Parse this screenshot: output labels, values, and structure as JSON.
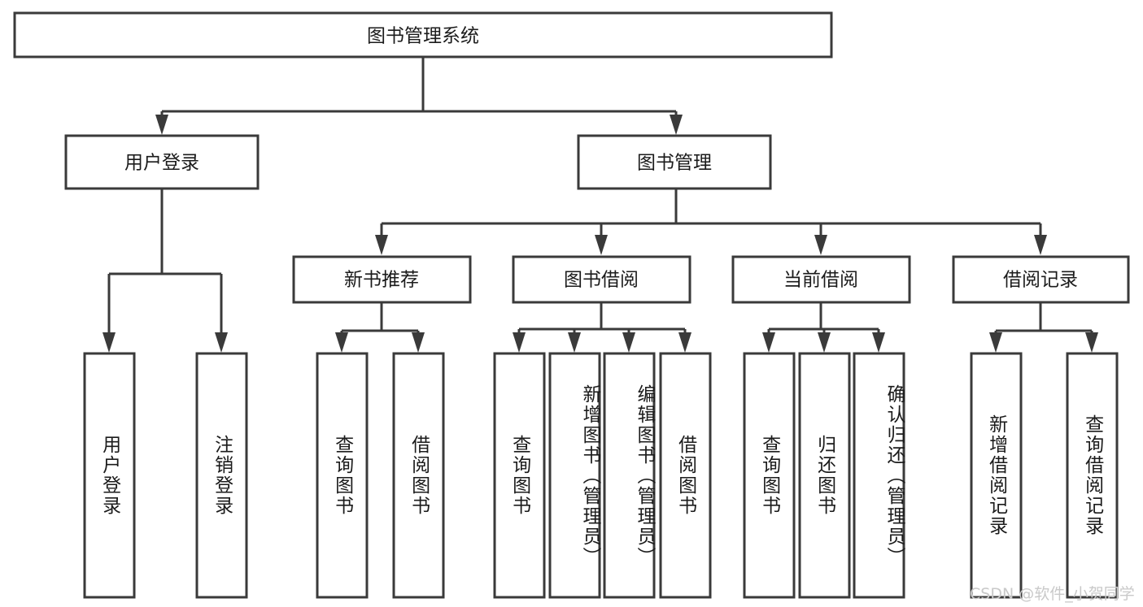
{
  "diagram": {
    "title": "图书管理系统",
    "type": "tree-hierarchy-diagram",
    "colors": {
      "stroke": "#3a3a3a",
      "fill": "#ffffff",
      "text": "#1b1b1b",
      "watermark": "#c9c9c9"
    },
    "root": {
      "label": "图书管理系统"
    },
    "level2": [
      {
        "label": "用户登录"
      },
      {
        "label": "图书管理"
      }
    ],
    "level3": [
      {
        "label": "新书推荐"
      },
      {
        "label": "图书借阅"
      },
      {
        "label": "当前借阅"
      },
      {
        "label": "借阅记录"
      }
    ],
    "leaves": {
      "user_login": [
        {
          "label": "用户登录"
        },
        {
          "label": "注销登录"
        }
      ],
      "new_book_recommend": [
        {
          "label": "查询图书"
        },
        {
          "label": "借阅图书"
        }
      ],
      "book_borrow": [
        {
          "label": "查询图书"
        },
        {
          "label": "新增图书（管理员）"
        },
        {
          "label": "编辑图书（管理员）"
        },
        {
          "label": "借阅图书"
        }
      ],
      "current_borrow": [
        {
          "label": "查询图书"
        },
        {
          "label": "归还图书"
        },
        {
          "label": "确认归还（管理员）"
        }
      ],
      "borrow_record": [
        {
          "label": "新增借阅记录"
        },
        {
          "label": "查询借阅记录"
        }
      ]
    }
  },
  "watermark": {
    "text": "CSDN @软件_小贺同学"
  }
}
